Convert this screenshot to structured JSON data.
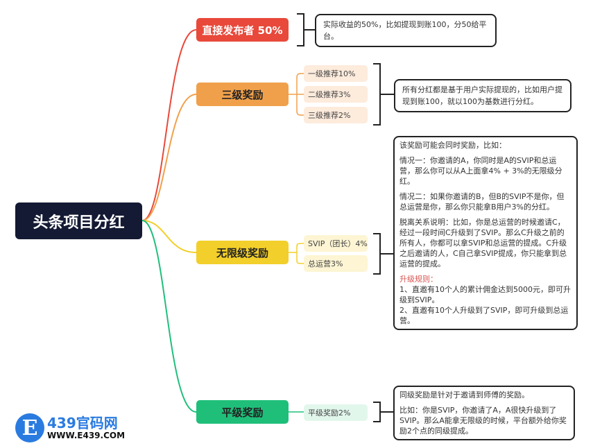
{
  "root": {
    "label": "头条项目分红"
  },
  "branches": [
    {
      "label": "直接发布者 50%",
      "color": "#e8493a",
      "note": [
        "实际收益的50%，比如提现到账100，分50给平台。"
      ]
    },
    {
      "label": "三级奖励",
      "color": "#f0a04b",
      "subs": [
        "一级推荐10%",
        "二级推荐3%",
        "三级推荐2%"
      ],
      "note": [
        "所有分红都是基于用户实际提现的，比如用户提现到账100，就以100为基数进行分红。"
      ]
    },
    {
      "label": "无限级奖励",
      "color": "#f2cf2a",
      "subs": [
        "SVIP（团长）4%",
        "总运营3%"
      ],
      "note": {
        "intro": "该奖励可能会同时奖励，比如：",
        "case1": "情况一：你邀请的A，你同时是A的SVIP和总运营，那么你可以从A上面拿4% + 3%的无限级分红。",
        "case2": "情况二：如果你邀请的B，但B的SVIP不是你，但总运营是你，那么你只能拿B用户3%的分红。",
        "detach": "脱离关系说明：比如，你是总运营的时候邀请C，经过一段时间C升级到了SVIP。那么C升级之前的所有人，你都可以拿SVIP和总运营的提成。C升级之后邀请的人，C自己拿SVIP提成，你只能拿到总运营的提成。",
        "rules_title": "升级规则：",
        "rule1": "1、直邀有10个人的累计佣金达到5000元，即可升级到SVIP。",
        "rule2": "2、直邀有10个人升级到了SVIP，即可升级到总运营。"
      }
    },
    {
      "label": "平级奖励",
      "color": "#1fbf7a",
      "subs": [
        "平级奖励2%"
      ],
      "note": {
        "line1": "同级奖励是针对于邀请到师傅的奖励。",
        "line2": "比如：你是SVIP，你邀请了A，A很快升级到了SVIP。那么A能拿无限级的时候，平台额外给你奖励2个点的同级提成。"
      }
    }
  ],
  "watermark": {
    "letter": "E",
    "name": "439官码网",
    "url": "WWW.E439.COM"
  }
}
